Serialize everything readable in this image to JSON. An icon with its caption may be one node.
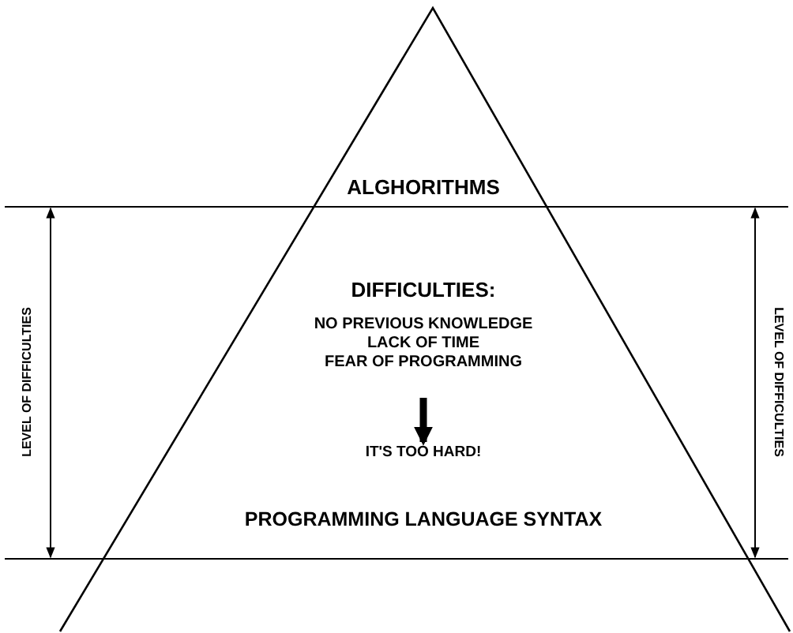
{
  "diagram": {
    "nodes": [
      {
        "text": [
          "ALGHORITHMS"
        ]
      },
      {
        "text": [
          "DIFFICULTIES:",
          "NO PREVIOUS KNOWLEDGE",
          "LACK OF TIME",
          "FEAR OF PROGRAMMING"
        ]
      },
      {
        "text": [
          "IT'S TOO HARD!"
        ]
      },
      {
        "text": [
          "PROGRAMMING LANGUAGE SYNTAX"
        ]
      }
    ],
    "edges": [
      {
        "from": 1,
        "to": 2,
        "arrow": "to"
      }
    ],
    "labels": [
      "LEVEL OF DIFFICULTIES",
      "LEVEL OF DIFFICULTIES"
    ]
  }
}
